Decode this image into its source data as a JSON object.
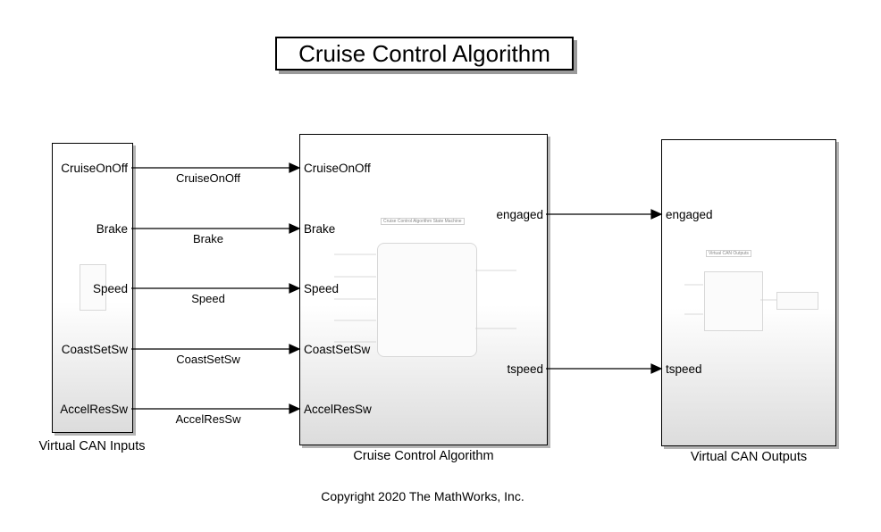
{
  "title": "Cruise Control Algorithm",
  "inputs_block": {
    "caption": "Virtual CAN Inputs",
    "ports": [
      "CruiseOnOff",
      "Brake",
      "Speed",
      "CoastSetSw",
      "AccelResSw"
    ]
  },
  "algorithm_block": {
    "caption": "Cruise Control Algorithm",
    "in_ports": [
      "CruiseOnOff",
      "Brake",
      "Speed",
      "CoastSetSw",
      "AccelResSw"
    ],
    "out_ports": [
      "engaged",
      "tspeed"
    ],
    "inner_label": "Cruise Control Algorithm State Machine"
  },
  "outputs_block": {
    "caption": "Virtual CAN Outputs",
    "in_ports": [
      "engaged",
      "tspeed"
    ],
    "inner_label": "Virtual CAN Outputs"
  },
  "signals": [
    "CruiseOnOff",
    "Brake",
    "Speed",
    "CoastSetSw",
    "AccelResSw"
  ],
  "copyright": "Copyright 2020 The MathWorks, Inc."
}
